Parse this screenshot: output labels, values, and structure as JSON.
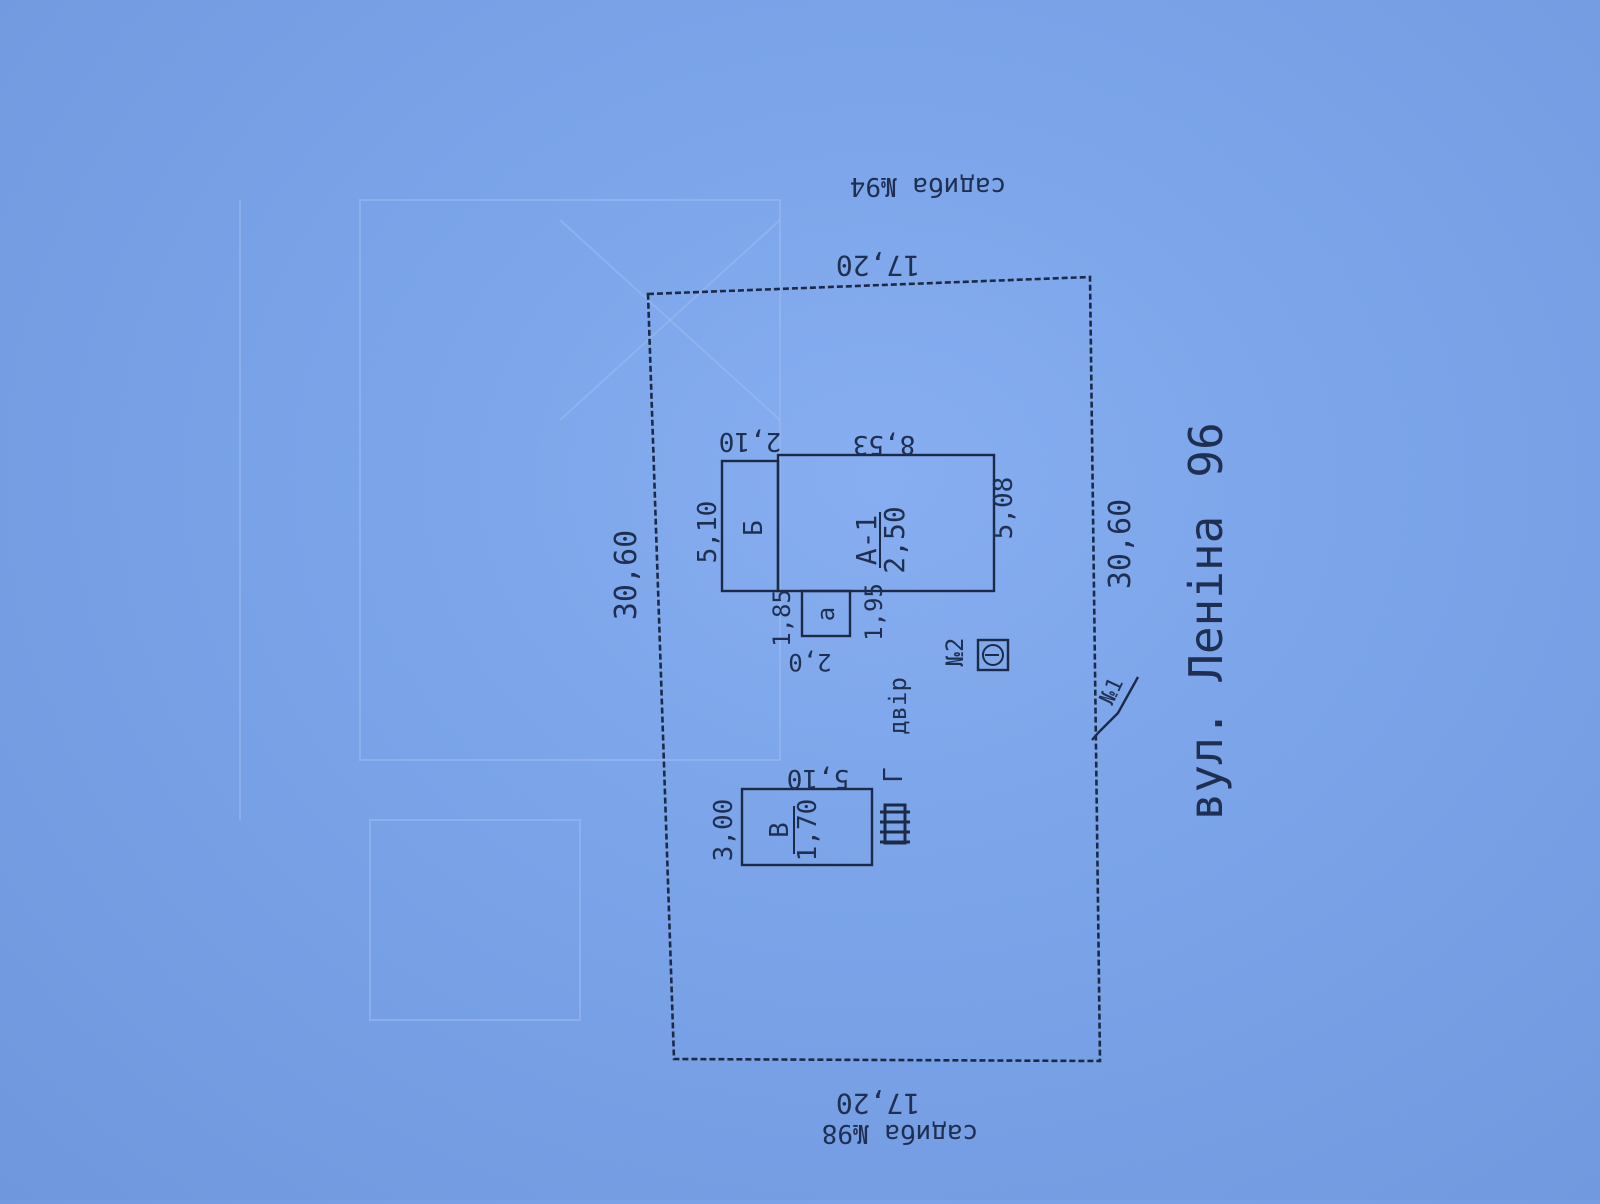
{
  "plan": {
    "neighbor_top": "садиба №94",
    "neighbor_bottom": "садиба №98",
    "street": "вул. Леніна",
    "street_number": "96",
    "dimensions": {
      "top": "17,20",
      "bottom": "17,20",
      "left": "30,60",
      "right": "30,60"
    },
    "gate_label": "№1",
    "yard_label": "двір",
    "well_label": "№2",
    "building_a": {
      "label": "А-1",
      "height": "2,50",
      "length": "8,53",
      "width": "5,08"
    },
    "building_b": {
      "label": "Б",
      "length": "2,10",
      "width": "5,10"
    },
    "building_a_small": {
      "label": "а",
      "side_left": "1,85",
      "side_bottom": "2,0",
      "side_right": "1,95"
    },
    "building_v": {
      "label": "В",
      "height": "1,70",
      "length": "5,10",
      "width": "3,00"
    },
    "building_g": {
      "label": "Г"
    }
  },
  "colors": {
    "paper": "#7aa3e8",
    "ink": "#1c2a48"
  }
}
